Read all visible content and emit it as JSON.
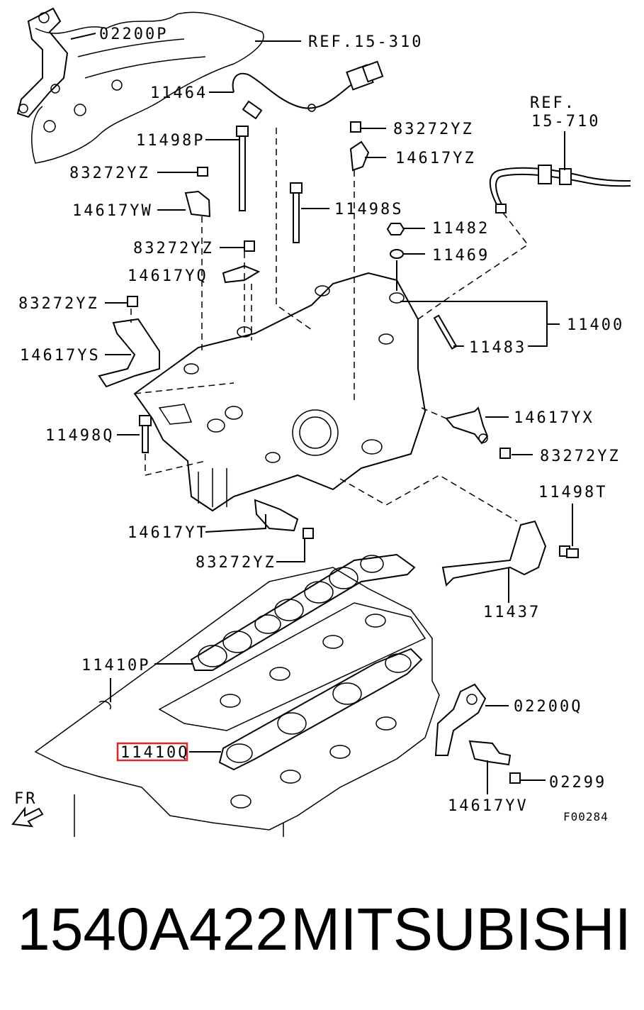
{
  "diagram": {
    "labels": [
      "02200P",
      "REF.15-310",
      "11464",
      "REF.",
      "15-710",
      "83272YZ",
      "14617YZ",
      "11498P",
      "83272YZ",
      "11498S",
      "14617YW",
      "11482",
      "83272YZ",
      "11469",
      "14617YQ",
      "83272YZ",
      "11400",
      "11483",
      "14617YS",
      "14617YX",
      "11498Q",
      "83272YZ",
      "11498T",
      "14617YT",
      "83272YZ",
      "11437",
      "11410P",
      "02200Q",
      "11410Q",
      "02299",
      "FR",
      "14617YV"
    ],
    "highlighted_label": "11410Q",
    "figure_code": "F00284"
  },
  "caption": {
    "part_number": "1540A422",
    "brand": "MITSUBISHI"
  },
  "colors": {
    "highlight": "#e0262b",
    "ink": "#000000"
  }
}
